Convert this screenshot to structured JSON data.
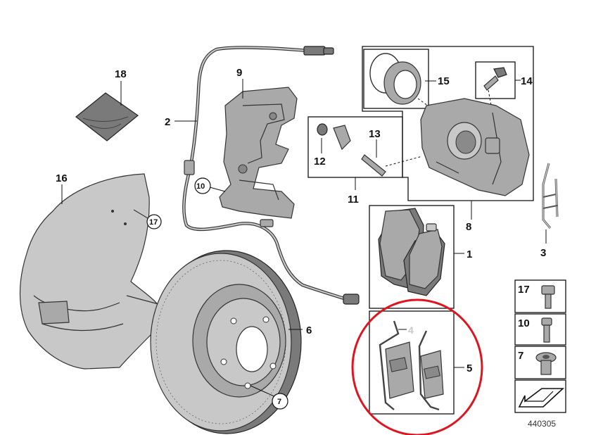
{
  "callouts": {
    "c1": "1",
    "c2": "2",
    "c3": "3",
    "c5": "5",
    "c6": "6",
    "c8": "8",
    "c9": "9",
    "c10": "10",
    "c11": "11",
    "c12": "12",
    "c13": "13",
    "c14": "14",
    "c15": "15",
    "c16": "16",
    "c18": "18",
    "c7_circle": "7",
    "c10_circle": "10",
    "c17_circle": "17",
    "c4_ghost": "4"
  },
  "legend": {
    "r17": "17",
    "r10": "10",
    "r7": "7"
  },
  "diagram_id": "440305",
  "colors": {
    "highlight": "#e0141e",
    "part_fill": "#a9a9a9",
    "outline": "#333333"
  }
}
